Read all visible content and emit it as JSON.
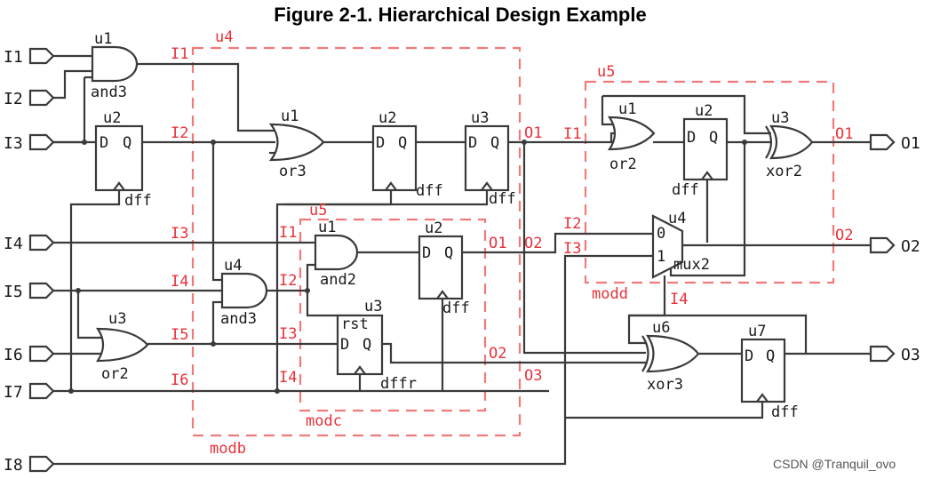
{
  "title": "Figure 2-1. Hierarchical Design Example",
  "watermark": "CSDN @Tranquil_ovo",
  "inputs": [
    "I1",
    "I2",
    "I3",
    "I4",
    "I5",
    "I6",
    "I7",
    "I8"
  ],
  "outputs": [
    "O1",
    "O2",
    "O3"
  ],
  "modules": {
    "modb": {
      "name": "modb",
      "inst": "u4",
      "ports_in": [
        "I1",
        "I2",
        "I3",
        "I4",
        "I5",
        "I6"
      ],
      "ports_out": [
        "O1",
        "O2",
        "O3"
      ]
    },
    "modc": {
      "name": "modc",
      "inst": "u5",
      "ports_in": [
        "I1",
        "I2",
        "I3",
        "I4"
      ],
      "ports_out": [
        "O1",
        "O2"
      ]
    },
    "modd": {
      "name": "modd",
      "inst": "u5",
      "ports_in": [
        "I1",
        "I2",
        "I3",
        "I4"
      ],
      "ports_out": [
        "O1",
        "O2"
      ]
    }
  },
  "cells": {
    "top_u1": {
      "inst": "u1",
      "type": "and3"
    },
    "top_u2": {
      "inst": "u2",
      "type": "dff"
    },
    "top_u3": {
      "inst": "u3",
      "type": "or2"
    },
    "modb_u1": {
      "inst": "u1",
      "type": "or3"
    },
    "modb_u2": {
      "inst": "u2",
      "type": "dff"
    },
    "modb_u3": {
      "inst": "u3",
      "type": "dff"
    },
    "modb_u4": {
      "inst": "u4",
      "type": "and3"
    },
    "modc_u1": {
      "inst": "u1",
      "type": "and2"
    },
    "modc_u2": {
      "inst": "u2",
      "type": "dff"
    },
    "modc_u3": {
      "inst": "u3",
      "type": "dffr",
      "pin_rst": "rst"
    },
    "modd_u1": {
      "inst": "u1",
      "type": "or2"
    },
    "modd_u2": {
      "inst": "u2",
      "type": "dff"
    },
    "modd_u3": {
      "inst": "u3",
      "type": "xor2"
    },
    "modd_u4": {
      "inst": "u4",
      "type": "mux2",
      "pin0": "0",
      "pin1": "1"
    },
    "top_u6": {
      "inst": "u6",
      "type": "xor3"
    },
    "top_u7": {
      "inst": "u7",
      "type": "dff"
    }
  },
  "pins": {
    "d": "D",
    "q": "Q"
  }
}
